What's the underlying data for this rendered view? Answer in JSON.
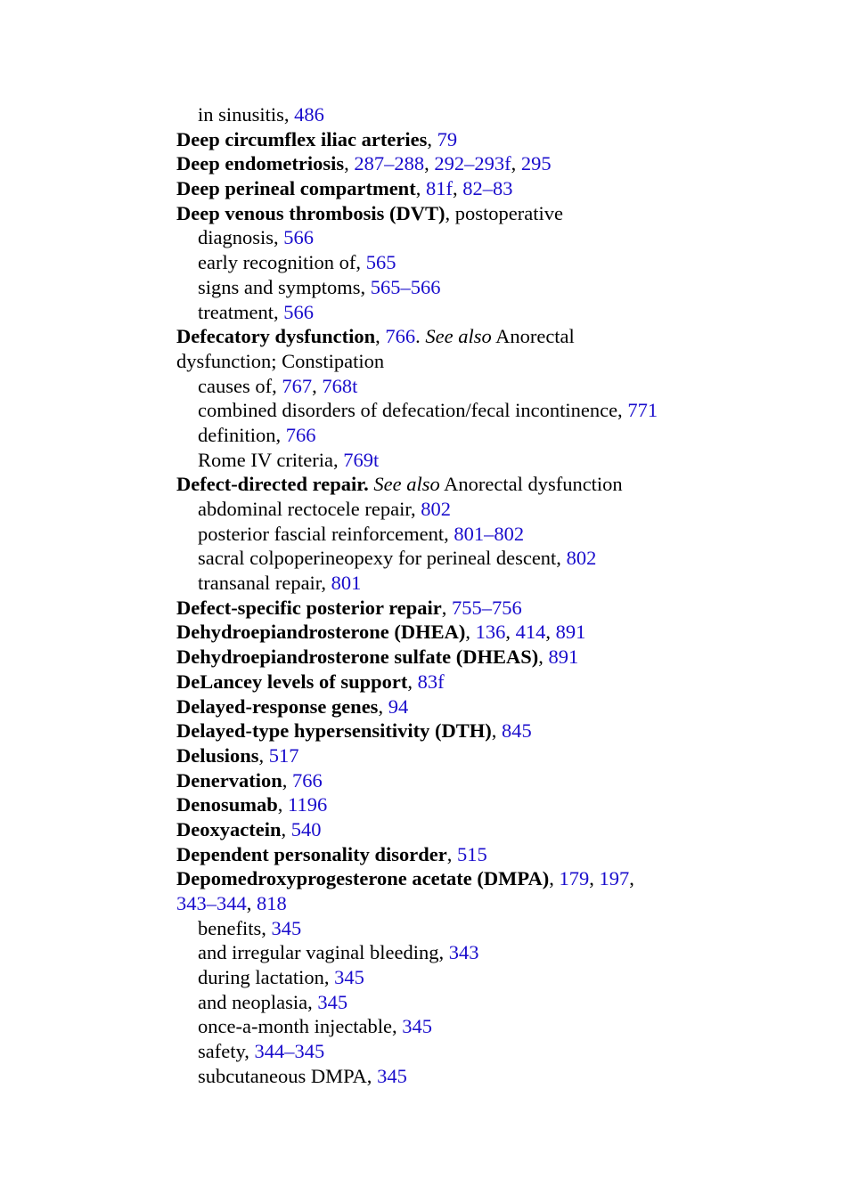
{
  "link_color": "#1a0dcc",
  "lines": [
    {
      "kind": "sub",
      "parts": [
        {
          "t": "text",
          "v": "in sinusitis, "
        },
        {
          "t": "ref",
          "v": "486"
        }
      ]
    },
    {
      "kind": "main",
      "parts": [
        {
          "t": "term",
          "v": "Deep circumflex iliac arteries"
        },
        {
          "t": "text",
          "v": ", "
        },
        {
          "t": "ref",
          "v": "79"
        }
      ]
    },
    {
      "kind": "main",
      "parts": [
        {
          "t": "term",
          "v": "Deep endometriosis"
        },
        {
          "t": "text",
          "v": ", "
        },
        {
          "t": "ref",
          "v": "287–288"
        },
        {
          "t": "text",
          "v": ", "
        },
        {
          "t": "ref",
          "v": "292–293f"
        },
        {
          "t": "text",
          "v": ", "
        },
        {
          "t": "ref",
          "v": "295"
        }
      ]
    },
    {
      "kind": "main",
      "parts": [
        {
          "t": "term",
          "v": "Deep perineal compartment"
        },
        {
          "t": "text",
          "v": ", "
        },
        {
          "t": "ref",
          "v": "81f"
        },
        {
          "t": "text",
          "v": ", "
        },
        {
          "t": "ref",
          "v": "82–83"
        }
      ]
    },
    {
      "kind": "main",
      "parts": [
        {
          "t": "term",
          "v": "Deep venous thrombosis (DVT)"
        },
        {
          "t": "text",
          "v": ", postoperative"
        }
      ]
    },
    {
      "kind": "sub",
      "parts": [
        {
          "t": "text",
          "v": "diagnosis, "
        },
        {
          "t": "ref",
          "v": "566"
        }
      ]
    },
    {
      "kind": "sub",
      "parts": [
        {
          "t": "text",
          "v": "early recognition of, "
        },
        {
          "t": "ref",
          "v": "565"
        }
      ]
    },
    {
      "kind": "sub",
      "parts": [
        {
          "t": "text",
          "v": "signs and symptoms, "
        },
        {
          "t": "ref",
          "v": "565–566"
        }
      ]
    },
    {
      "kind": "sub",
      "parts": [
        {
          "t": "text",
          "v": "treatment, "
        },
        {
          "t": "ref",
          "v": "566"
        }
      ]
    },
    {
      "kind": "main",
      "parts": [
        {
          "t": "term",
          "v": "Defecatory dysfunction"
        },
        {
          "t": "text",
          "v": ", "
        },
        {
          "t": "ref",
          "v": "766"
        },
        {
          "t": "text",
          "v": ". "
        },
        {
          "t": "see",
          "v": "See also"
        },
        {
          "t": "text",
          "v": " Anorectal"
        }
      ]
    },
    {
      "kind": "main",
      "parts": [
        {
          "t": "text",
          "v": "dysfunction; Constipation"
        }
      ]
    },
    {
      "kind": "sub",
      "parts": [
        {
          "t": "text",
          "v": "causes of, "
        },
        {
          "t": "ref",
          "v": "767"
        },
        {
          "t": "text",
          "v": ", "
        },
        {
          "t": "ref",
          "v": "768t"
        }
      ]
    },
    {
      "kind": "sub",
      "parts": [
        {
          "t": "text",
          "v": "combined disorders of defecation/fecal incontinence, "
        },
        {
          "t": "ref",
          "v": "771"
        }
      ]
    },
    {
      "kind": "sub",
      "parts": [
        {
          "t": "text",
          "v": "definition, "
        },
        {
          "t": "ref",
          "v": "766"
        }
      ]
    },
    {
      "kind": "sub",
      "parts": [
        {
          "t": "text",
          "v": "Rome IV criteria, "
        },
        {
          "t": "ref",
          "v": "769t"
        }
      ]
    },
    {
      "kind": "main",
      "parts": [
        {
          "t": "term",
          "v": "Defect-directed repair."
        },
        {
          "t": "text",
          "v": " "
        },
        {
          "t": "see",
          "v": "See also"
        },
        {
          "t": "text",
          "v": " Anorectal dysfunction"
        }
      ]
    },
    {
      "kind": "sub",
      "parts": [
        {
          "t": "text",
          "v": "abdominal rectocele repair, "
        },
        {
          "t": "ref",
          "v": "802"
        }
      ]
    },
    {
      "kind": "sub",
      "parts": [
        {
          "t": "text",
          "v": "posterior fascial reinforcement, "
        },
        {
          "t": "ref",
          "v": "801–802"
        }
      ]
    },
    {
      "kind": "sub",
      "parts": [
        {
          "t": "text",
          "v": "sacral colpoperineopexy for perineal descent, "
        },
        {
          "t": "ref",
          "v": "802"
        }
      ]
    },
    {
      "kind": "sub",
      "parts": [
        {
          "t": "text",
          "v": "transanal repair, "
        },
        {
          "t": "ref",
          "v": "801"
        }
      ]
    },
    {
      "kind": "main",
      "parts": [
        {
          "t": "term",
          "v": "Defect-specific posterior repair"
        },
        {
          "t": "text",
          "v": ", "
        },
        {
          "t": "ref",
          "v": "755–756"
        }
      ]
    },
    {
      "kind": "main",
      "parts": [
        {
          "t": "term",
          "v": "Dehydroepiandrosterone (DHEA)"
        },
        {
          "t": "text",
          "v": ", "
        },
        {
          "t": "ref",
          "v": "136"
        },
        {
          "t": "text",
          "v": ", "
        },
        {
          "t": "ref",
          "v": "414"
        },
        {
          "t": "text",
          "v": ", "
        },
        {
          "t": "ref",
          "v": "891"
        }
      ]
    },
    {
      "kind": "main",
      "parts": [
        {
          "t": "term",
          "v": "Dehydroepiandrosterone sulfate (DHEAS)"
        },
        {
          "t": "text",
          "v": ", "
        },
        {
          "t": "ref",
          "v": "891"
        }
      ]
    },
    {
      "kind": "main",
      "parts": [
        {
          "t": "term",
          "v": "DeLancey levels of support"
        },
        {
          "t": "text",
          "v": ", "
        },
        {
          "t": "ref",
          "v": "83f"
        }
      ]
    },
    {
      "kind": "main",
      "parts": [
        {
          "t": "term",
          "v": "Delayed-response genes"
        },
        {
          "t": "text",
          "v": ", "
        },
        {
          "t": "ref",
          "v": "94"
        }
      ]
    },
    {
      "kind": "main",
      "parts": [
        {
          "t": "term",
          "v": "Delayed-type hypersensitivity (DTH)"
        },
        {
          "t": "text",
          "v": ", "
        },
        {
          "t": "ref",
          "v": "845"
        }
      ]
    },
    {
      "kind": "main",
      "parts": [
        {
          "t": "term",
          "v": "Delusions"
        },
        {
          "t": "text",
          "v": ", "
        },
        {
          "t": "ref",
          "v": "517"
        }
      ]
    },
    {
      "kind": "main",
      "parts": [
        {
          "t": "term",
          "v": "Denervation"
        },
        {
          "t": "text",
          "v": ", "
        },
        {
          "t": "ref",
          "v": "766"
        }
      ]
    },
    {
      "kind": "main",
      "parts": [
        {
          "t": "term",
          "v": "Denosumab"
        },
        {
          "t": "text",
          "v": ", "
        },
        {
          "t": "ref",
          "v": "1196"
        }
      ]
    },
    {
      "kind": "main",
      "parts": [
        {
          "t": "term",
          "v": "Deoxyactein"
        },
        {
          "t": "text",
          "v": ", "
        },
        {
          "t": "ref",
          "v": "540"
        }
      ]
    },
    {
      "kind": "main",
      "parts": [
        {
          "t": "term",
          "v": "Dependent personality disorder"
        },
        {
          "t": "text",
          "v": ", "
        },
        {
          "t": "ref",
          "v": "515"
        }
      ]
    },
    {
      "kind": "main",
      "parts": [
        {
          "t": "term",
          "v": "Depomedroxyprogesterone acetate (DMPA)"
        },
        {
          "t": "text",
          "v": ", "
        },
        {
          "t": "ref",
          "v": "179"
        },
        {
          "t": "text",
          "v": ", "
        },
        {
          "t": "ref",
          "v": "197"
        },
        {
          "t": "text",
          "v": ","
        }
      ]
    },
    {
      "kind": "main",
      "parts": [
        {
          "t": "ref",
          "v": "343–344"
        },
        {
          "t": "text",
          "v": ", "
        },
        {
          "t": "ref",
          "v": "818"
        }
      ]
    },
    {
      "kind": "sub",
      "parts": [
        {
          "t": "text",
          "v": "benefits, "
        },
        {
          "t": "ref",
          "v": "345"
        }
      ]
    },
    {
      "kind": "sub",
      "parts": [
        {
          "t": "text",
          "v": "and irregular vaginal bleeding, "
        },
        {
          "t": "ref",
          "v": "343"
        }
      ]
    },
    {
      "kind": "sub",
      "parts": [
        {
          "t": "text",
          "v": "during lactation, "
        },
        {
          "t": "ref",
          "v": "345"
        }
      ]
    },
    {
      "kind": "sub",
      "parts": [
        {
          "t": "text",
          "v": "and neoplasia, "
        },
        {
          "t": "ref",
          "v": "345"
        }
      ]
    },
    {
      "kind": "sub",
      "parts": [
        {
          "t": "text",
          "v": "once-a-month injectable, "
        },
        {
          "t": "ref",
          "v": "345"
        }
      ]
    },
    {
      "kind": "sub",
      "parts": [
        {
          "t": "text",
          "v": "safety, "
        },
        {
          "t": "ref",
          "v": "344–345"
        }
      ]
    },
    {
      "kind": "sub",
      "parts": [
        {
          "t": "text",
          "v": "subcutaneous DMPA, "
        },
        {
          "t": "ref",
          "v": "345"
        }
      ]
    }
  ]
}
